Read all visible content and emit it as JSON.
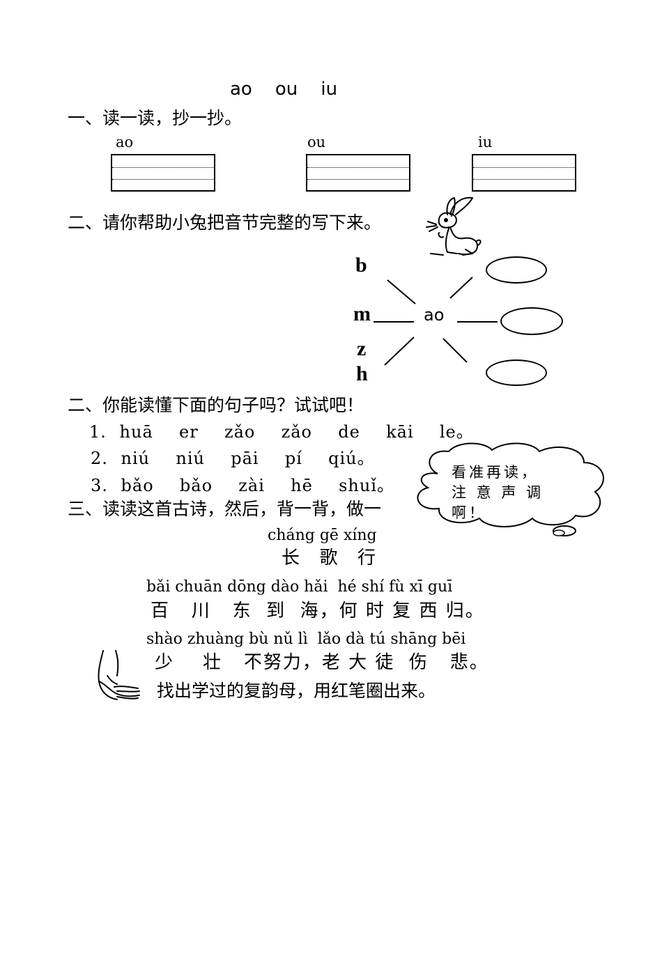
{
  "header": {
    "title": "ao    ou    iu"
  },
  "section1": {
    "heading": "一、读一读，抄一抄。",
    "boxes": [
      {
        "label": "ao"
      },
      {
        "label": "ou"
      },
      {
        "label": "iu"
      }
    ]
  },
  "section2": {
    "heading": "二、请你帮助小兔把音节完整的写下来。",
    "initials": [
      "b",
      "m",
      "z",
      "h"
    ],
    "center": "ao"
  },
  "section3": {
    "heading": "二、你能读懂下面的句子吗？试试吧！",
    "sentences": [
      "1. huā  er  zǎo  zǎo  de  kāi  le。",
      "2. niú  niú  pāi  pí  qiú。",
      "3. bǎo  bǎo  zài  hē  shuǐ。"
    ],
    "bubble": [
      "看准再读，",
      "注 意 声 调",
      "啊！"
    ]
  },
  "section4": {
    "heading": "三、读读这首古诗，然后，背一背，做一",
    "poem_title_pinyin": "cháng gē xíng",
    "poem_title": "长  歌  行",
    "lines": [
      {
        "pinyin": "bǎi chuān dōng dào hǎi  hé shí fù xī guī",
        "hanzi": "百   川   东  到  海，何 时 复 西 归。"
      },
      {
        "pinyin": "shào zhuàng bù nǔ lì  lǎo dà tú shāng bēi",
        "hanzi": "少    壮   不努力，老 大 徒  伤   悲。"
      }
    ],
    "instruction": "找出学过的复韵母，用红笔圈出来。"
  }
}
